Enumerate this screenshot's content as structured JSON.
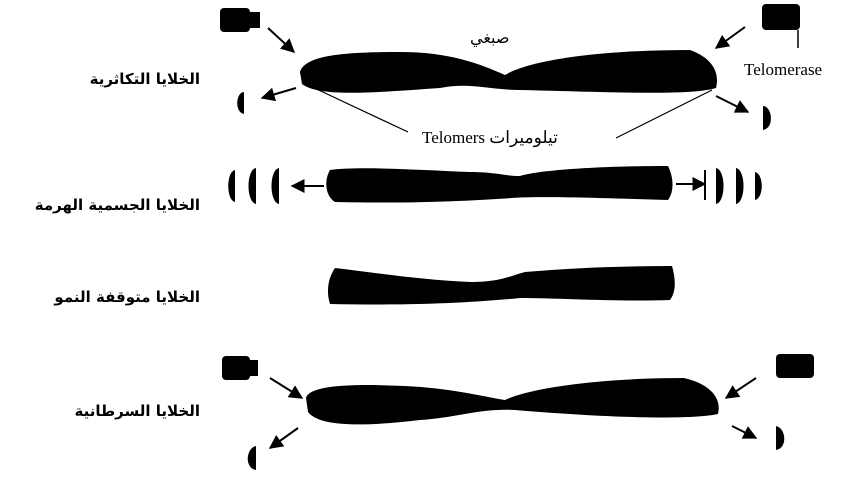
{
  "labels": {
    "chromosome": "صبغي",
    "telomerase": "Telomerase",
    "telomeres": "تيلوميرات Telomers"
  },
  "rows": [
    {
      "label": "الخلايا التكاثرية"
    },
    {
      "label": "الخلايا الجسمية الهرمة"
    },
    {
      "label": "الخلايا متوقفة النمو"
    },
    {
      "label": "الخلايا السرطانية"
    }
  ],
  "colors": {
    "ink": "#000000",
    "background": "#ffffff"
  },
  "icons": [
    "telomerase-enzyme-icon",
    "telomere-cap-icon",
    "arrow-icon"
  ]
}
